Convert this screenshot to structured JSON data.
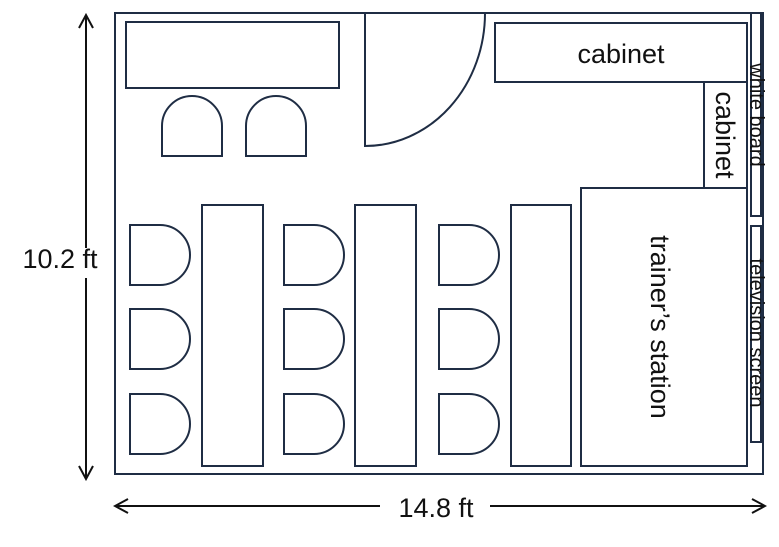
{
  "dimensions": {
    "height_label": "10.2 ft",
    "width_label": "14.8 ft"
  },
  "labels": {
    "cabinet_top": "cabinet",
    "cabinet_side": "cabinet",
    "white_board": "white board",
    "trainers_station": "trainer’s station",
    "television_screen": "television screen"
  },
  "colors": {
    "stroke": "#1f2d44",
    "text": "#111111"
  }
}
